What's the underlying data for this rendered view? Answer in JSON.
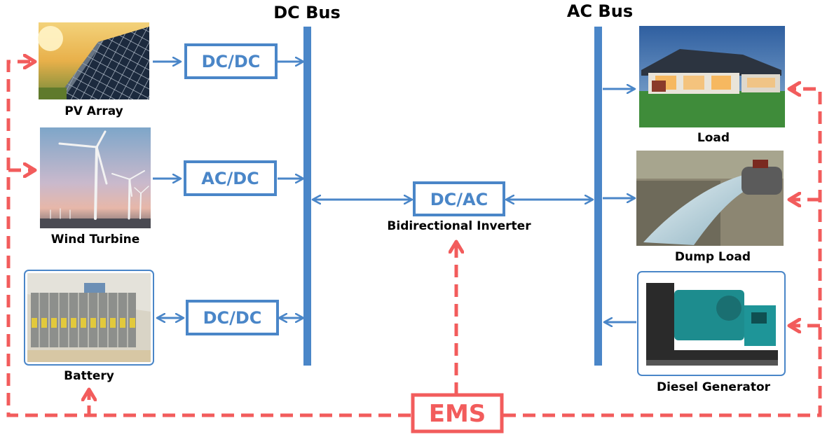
{
  "buses": {
    "dc": "DC Bus",
    "ac": "AC Bus"
  },
  "sources": {
    "pv": "PV Array",
    "wind": "Wind Turbine",
    "battery": "Battery"
  },
  "converters": {
    "pv_converter": "DC/DC",
    "wind_converter": "AC/DC",
    "battery_converter": "DC/DC",
    "inverter": "DC/AC",
    "inverter_label": "Bidirectional Inverter"
  },
  "loads": {
    "load": "Load",
    "dump_load": "Dump Load",
    "diesel": "Diesel Generator"
  },
  "ems": "EMS",
  "colors": {
    "power_flow": "#4a86c8",
    "control_flow": "#f25c5c"
  }
}
